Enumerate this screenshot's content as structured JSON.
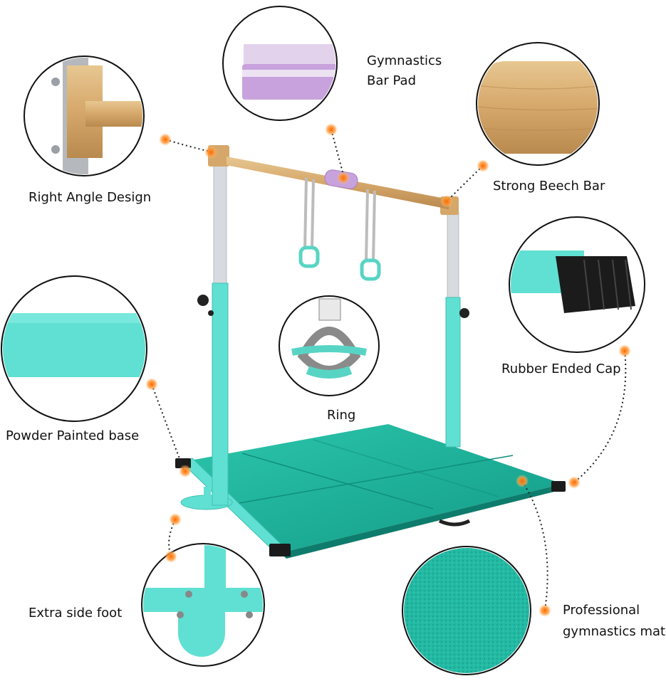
{
  "callouts": {
    "right_angle": "Right Angle Design",
    "bar_pad_line1": "Gymnastics",
    "bar_pad_line2": "Bar Pad",
    "beech_bar": "Strong Beech Bar",
    "rubber_cap": "Rubber Ended Cap",
    "ring": "Ring",
    "powder_base": "Powder Painted base",
    "side_foot": "Extra side foot",
    "mat_line1": "Professional",
    "mat_line2": "gymnastics mat"
  },
  "colors": {
    "teal": "#5fe0d2",
    "mat": "#1fb39a",
    "wood": "#d9b27a",
    "silver": "#c9ccd1",
    "pad": "#c8a2dc",
    "dot": "#ff8a1f"
  }
}
